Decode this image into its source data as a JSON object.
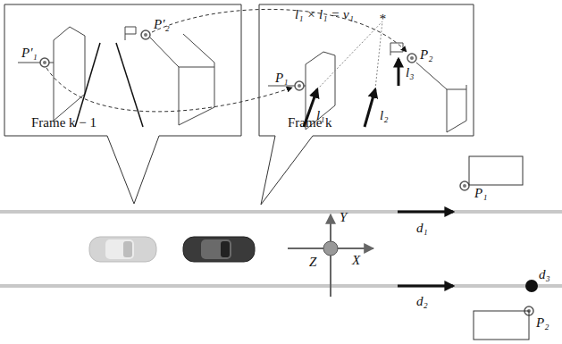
{
  "diagram": {
    "nodes": [
      {
        "text": [
          "Frame k − 1"
        ]
      },
      {
        "text": [
          "Frame k"
        ]
      }
    ],
    "labels": [
      "P′₁",
      "P′₂",
      "l₁ × l₁ = v₁",
      "*",
      "P₁",
      "P₂",
      "l₁",
      "l₂",
      "l₃",
      "Y",
      "Z",
      "X",
      "d₁",
      "d₂",
      "d₃",
      "P₁",
      "P₂"
    ]
  }
}
